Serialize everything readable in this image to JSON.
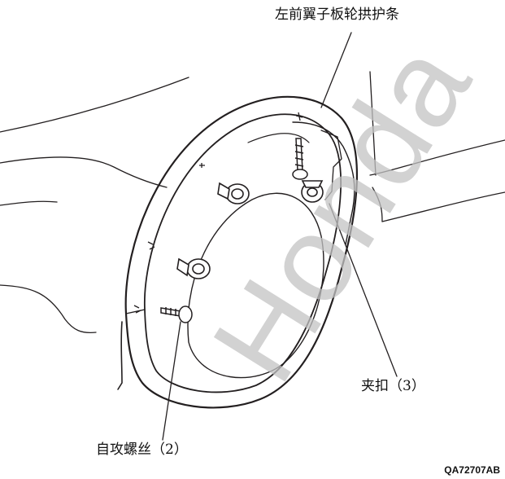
{
  "labels": {
    "flare": "左前翼子板轮拱护条",
    "clip": "夹扣（3）",
    "screw": "自攻螺丝（2）",
    "figure_code": "QA72707AB"
  },
  "watermark": "Honda",
  "colors": {
    "line": "#231f20",
    "watermark": "#c3c3c3"
  }
}
